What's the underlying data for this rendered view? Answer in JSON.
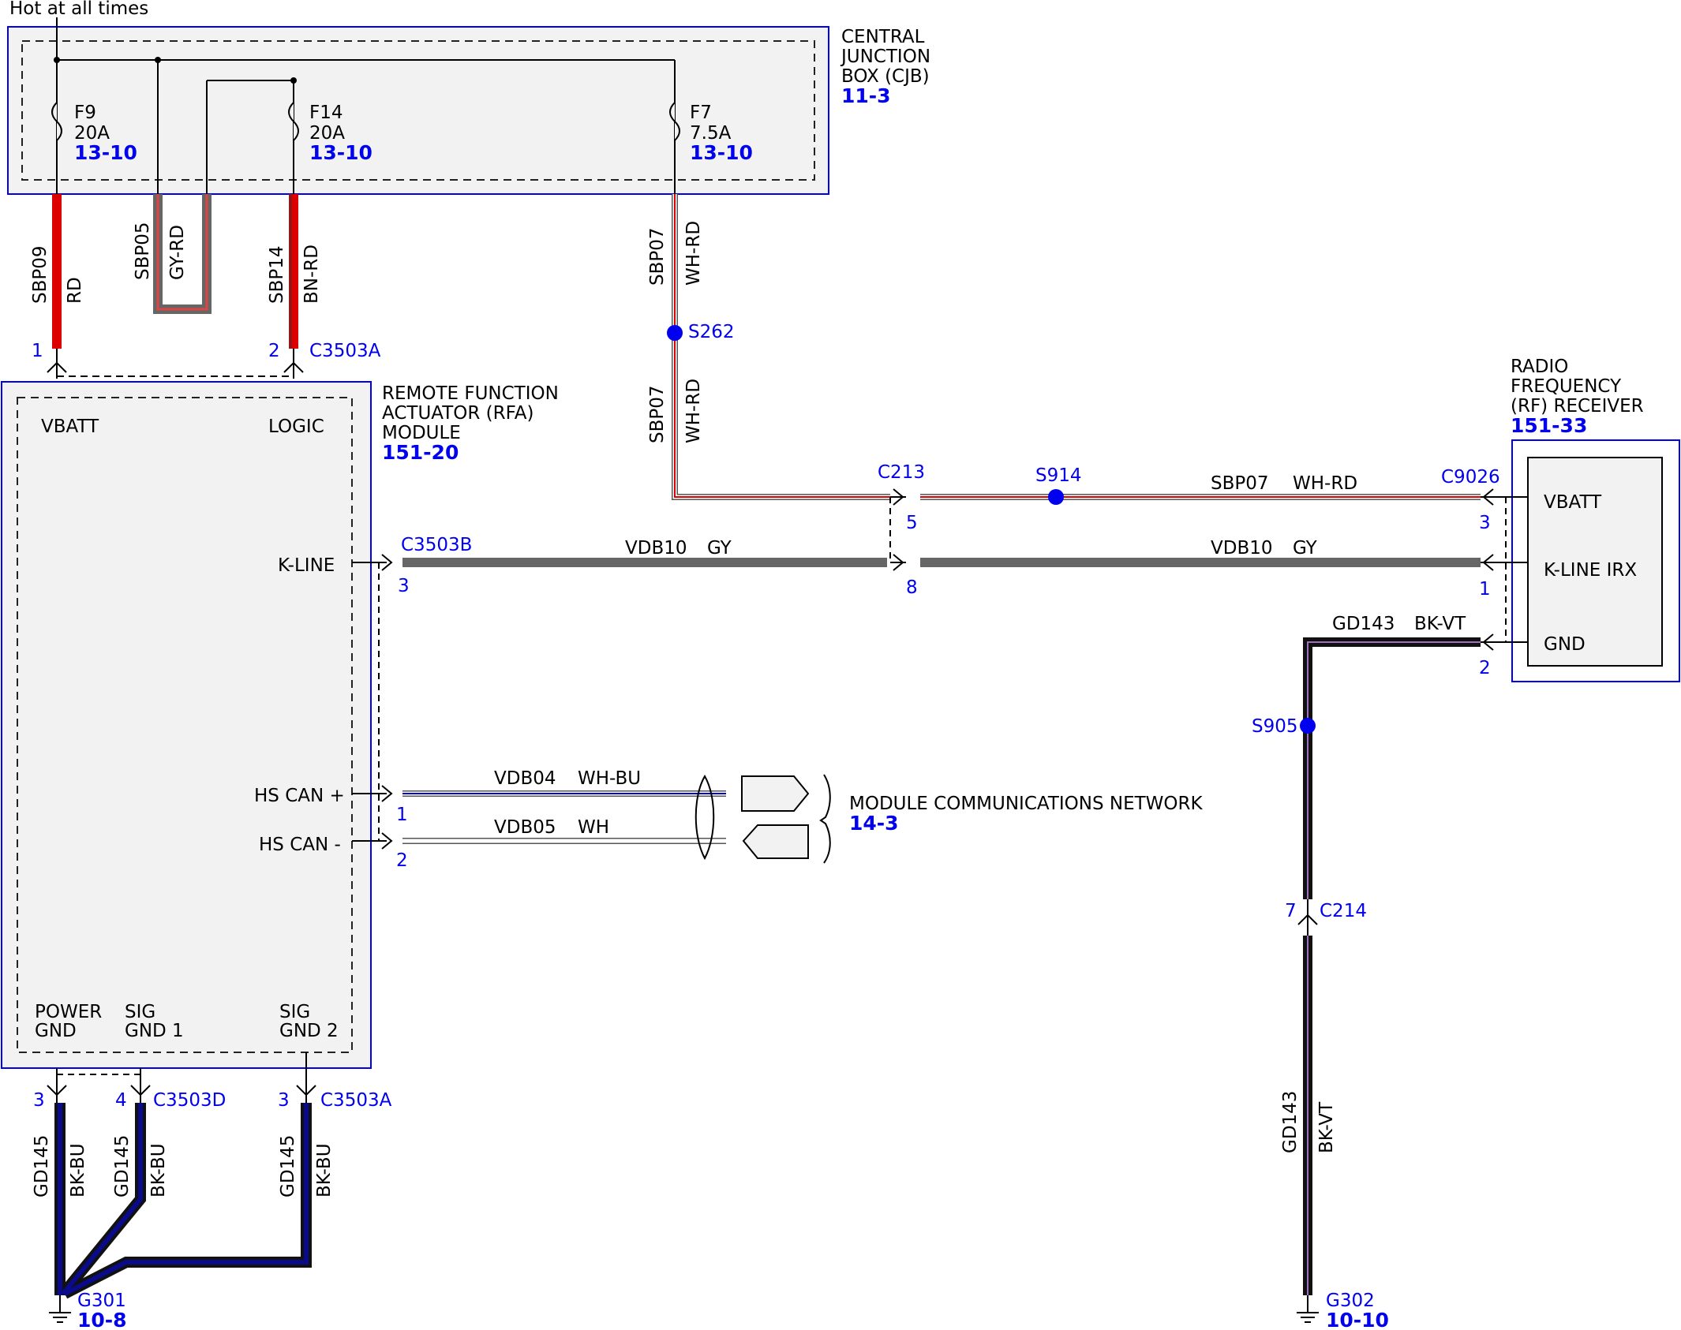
{
  "title": "Hot at all times",
  "colors": {
    "box_border": "#0000ee",
    "box_fill": "#f2f2f2",
    "splice_dot": "#0000ee",
    "label_blue": "#0000ee",
    "wire_red": "#dd0000",
    "wire_gray": "#666666",
    "wire_dark": "#111111",
    "wire_blue": "#0a0a8c",
    "wire_violet": "#a070c0"
  },
  "cjb": {
    "title_lines": [
      "CENTRAL",
      "JUNCTION",
      "BOX (CJB)"
    ],
    "ref": "11-3",
    "fuses": [
      {
        "name": "F9",
        "rating": "20A",
        "ref": "13-10"
      },
      {
        "name": "F14",
        "rating": "20A",
        "ref": "13-10"
      },
      {
        "name": "F7",
        "rating": "7.5A",
        "ref": "13-10"
      }
    ]
  },
  "rfa": {
    "title_lines": [
      "REMOTE FUNCTION",
      "ACTUATOR (RFA)",
      "MODULE"
    ],
    "ref": "151-20",
    "pins": {
      "vbatt": "VBATT",
      "logic": "LOGIC",
      "kline": "K-LINE",
      "hscan_plus": "HS CAN +",
      "hscan_minus": "HS CAN -",
      "power_gnd": [
        "POWER",
        "GND"
      ],
      "sig_gnd1": [
        "SIG",
        "GND 1"
      ],
      "sig_gnd2": [
        "SIG",
        "GND 2"
      ]
    }
  },
  "rf_receiver": {
    "title_lines": [
      "RADIO",
      "FREQUENCY",
      "(RF) RECEIVER"
    ],
    "ref": "151-33",
    "pins": {
      "vbatt": "VBATT",
      "kline": "K-LINE IRX",
      "gnd": "GND"
    }
  },
  "network": {
    "label": "MODULE COMMUNICATIONS NETWORK",
    "ref": "14-3"
  },
  "wires": {
    "sbp09": {
      "circuit": "SBP09",
      "color": "RD"
    },
    "sbp05": {
      "circuit": "SBP05",
      "color": "GY-RD"
    },
    "sbp14": {
      "circuit": "SBP14",
      "color": "BN-RD"
    },
    "sbp07_a": {
      "circuit": "SBP07",
      "color": "WH-RD"
    },
    "sbp07_b": {
      "circuit": "SBP07",
      "color": "WH-RD"
    },
    "sbp07_c": {
      "circuit": "SBP07",
      "color": "WH-RD"
    },
    "vdb10_a": {
      "circuit": "VDB10",
      "color": "GY"
    },
    "vdb10_b": {
      "circuit": "VDB10",
      "color": "GY"
    },
    "vdb04": {
      "circuit": "VDB04",
      "color": "WH-BU"
    },
    "vdb05": {
      "circuit": "VDB05",
      "color": "WH"
    },
    "gd143_a": {
      "circuit": "GD143",
      "color": "BK-VT"
    },
    "gd143_b": {
      "circuit": "GD143",
      "color": "BK-VT"
    },
    "gd145_a": {
      "circuit": "GD145",
      "color": "BK-BU"
    },
    "gd145_b": {
      "circuit": "GD145",
      "color": "BK-BU"
    },
    "gd145_c": {
      "circuit": "GD145",
      "color": "BK-BU"
    }
  },
  "connectors": {
    "c3503a_top": {
      "name": "C3503A",
      "pins": [
        "1",
        "2"
      ]
    },
    "c3503b": {
      "name": "C3503B",
      "pins": [
        "3",
        "1",
        "2"
      ]
    },
    "c213": {
      "name": "C213",
      "pins": [
        "5",
        "8"
      ]
    },
    "c9026": {
      "name": "C9026",
      "pins": [
        "3",
        "1",
        "2"
      ]
    },
    "c214": {
      "name": "C214",
      "pin": "7"
    },
    "c3503d": {
      "name": "C3503D",
      "pins": [
        "3",
        "4"
      ]
    },
    "c3503a_bottom": {
      "name": "C3503A",
      "pin": "3"
    }
  },
  "splices": [
    "S262",
    "S914",
    "S905"
  ],
  "grounds": [
    {
      "name": "G301",
      "ref": "10-8"
    },
    {
      "name": "G302",
      "ref": "10-10"
    }
  ]
}
